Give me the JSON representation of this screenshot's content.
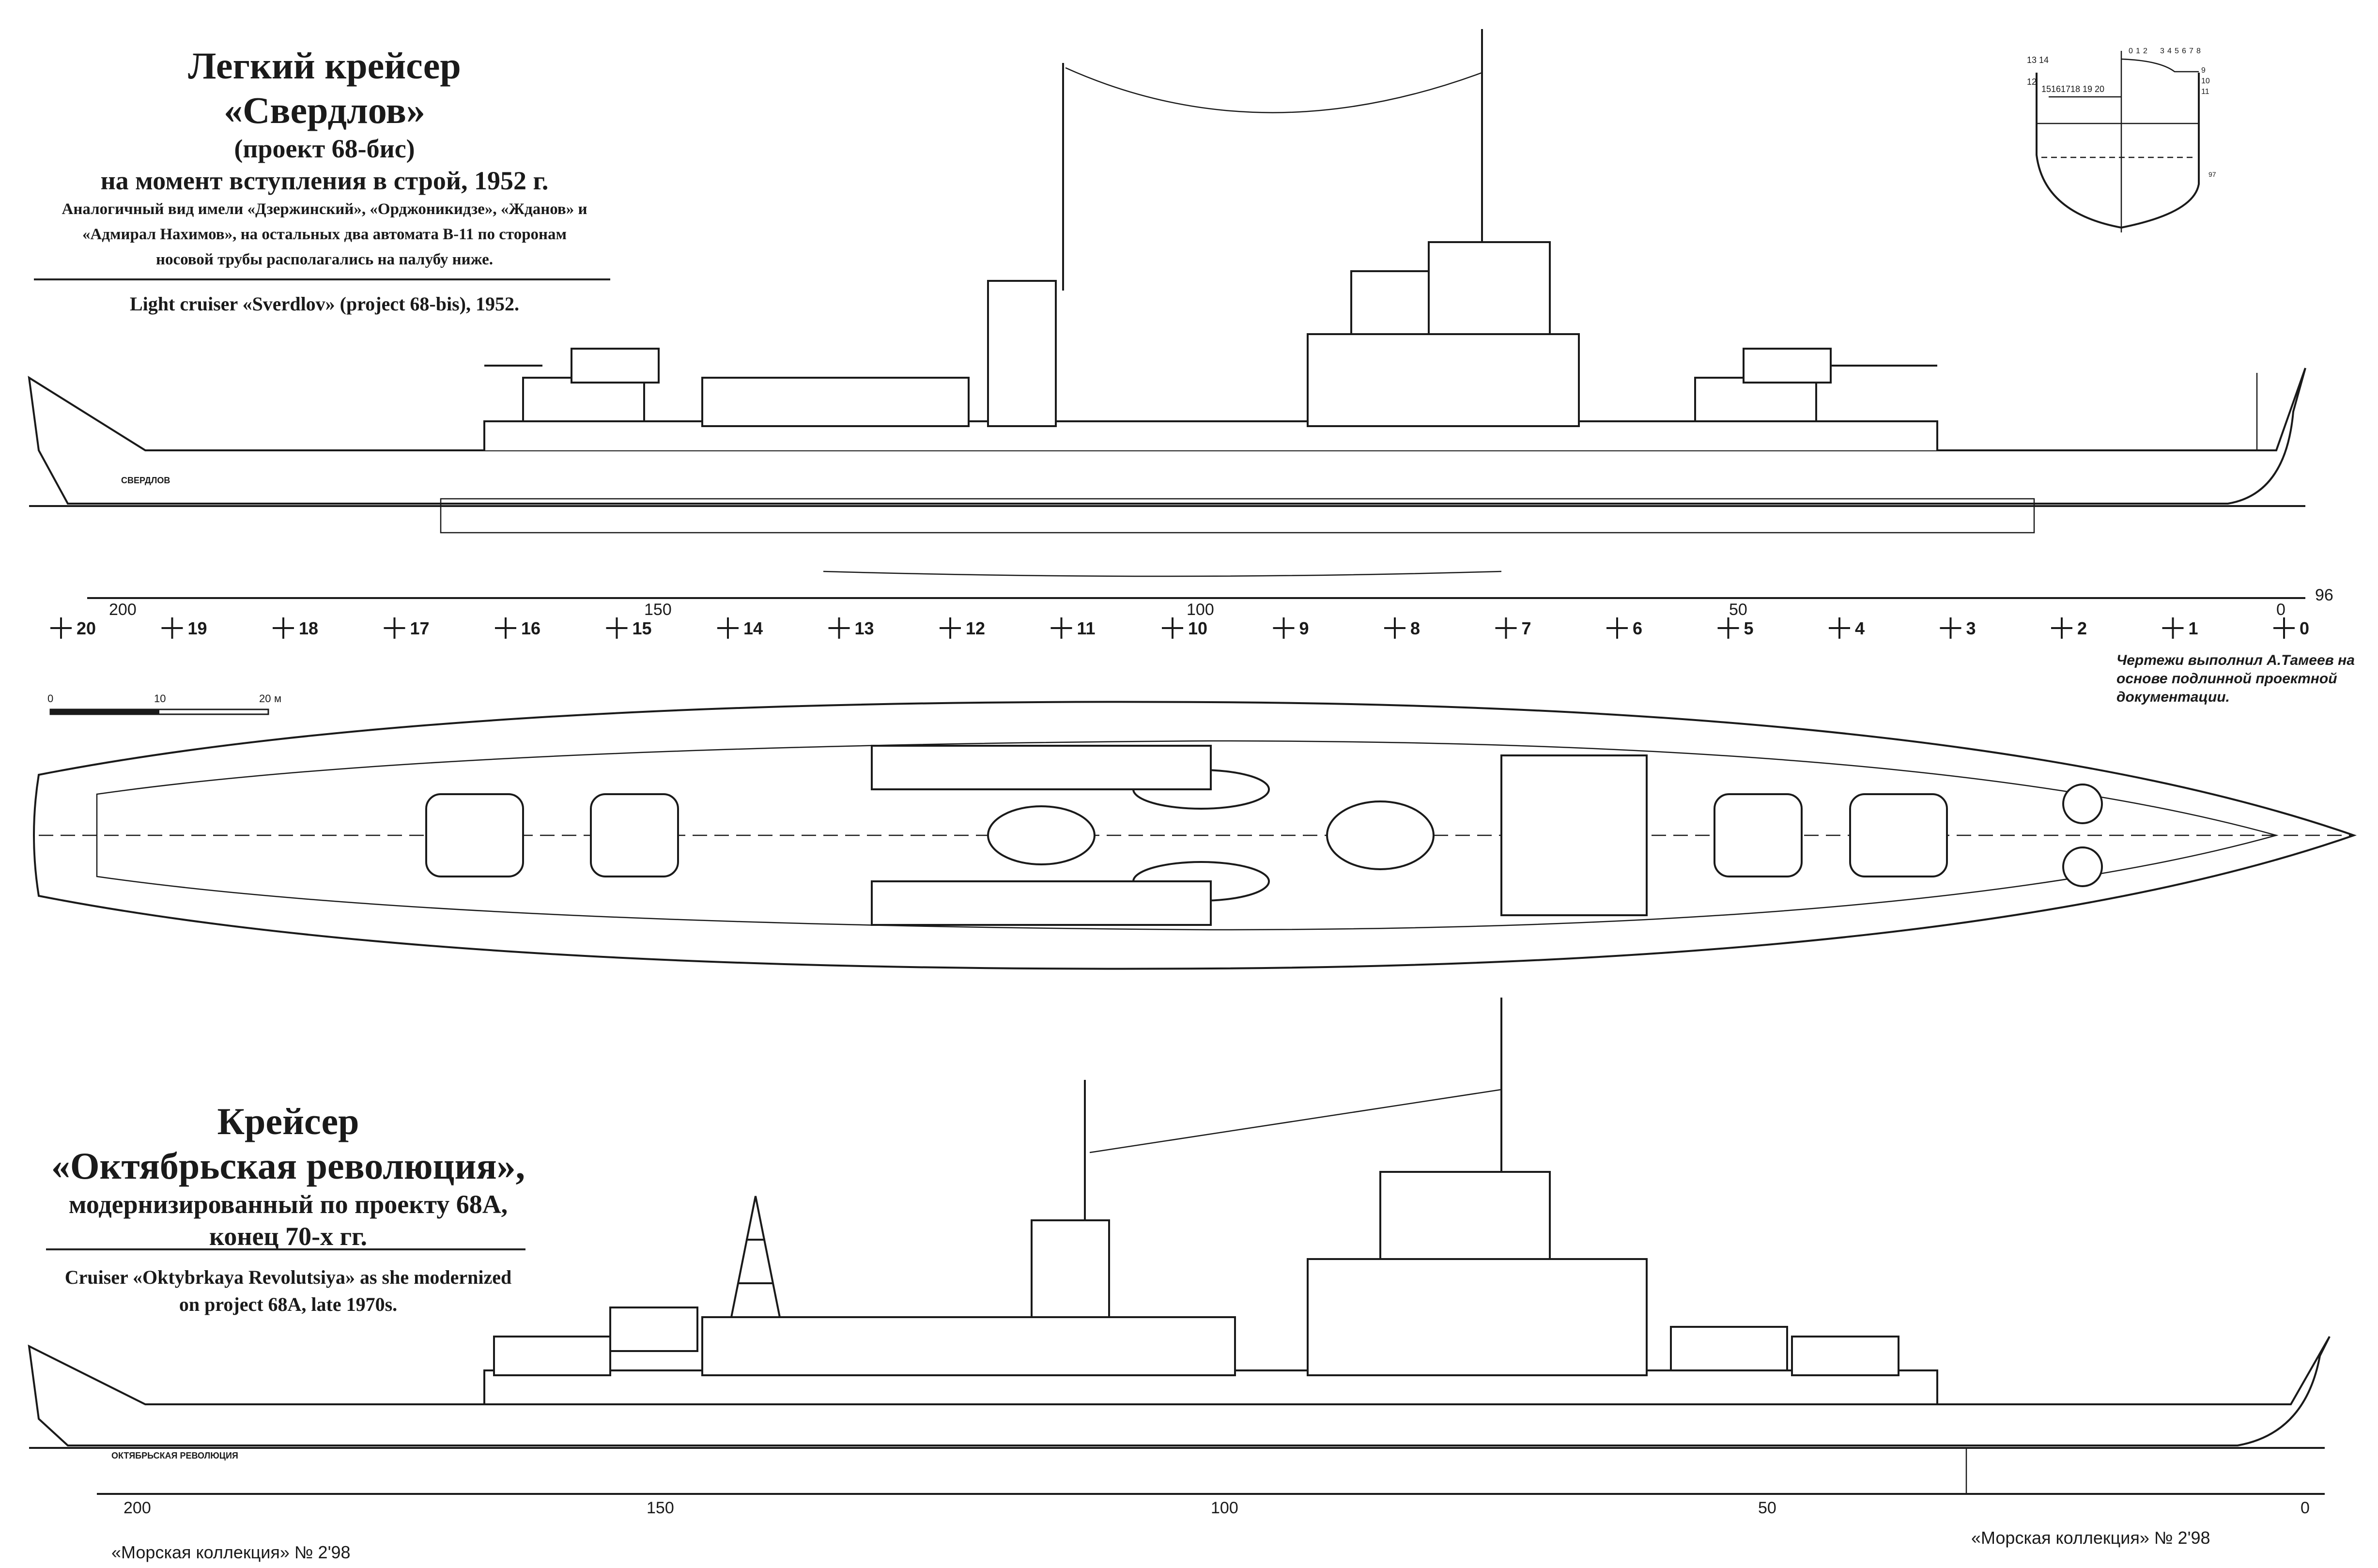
{
  "sverdlov_caption": {
    "title_line1": "Легкий крейсер",
    "title_line2": "«Свердлов»",
    "project": "(проект 68-бис)",
    "date_line": "на момент вступления в строй, 1952 г.",
    "note_line1": "Аналогичный вид имели «Дзержинский», «Орджоникидзе», «Жданов» и",
    "note_line2": "«Адмирал Нахимов», на остальных два автомата В-11 по сторонам",
    "note_line3": "носовой трубы располагались на палубу ниже.",
    "english": "Light cruiser «Sverdlov» (project 68-bis), 1952."
  },
  "oktyabrskaya_caption": {
    "title_line1": "Крейсер",
    "title_line2": "«Октябрьская революция»,",
    "line3": "модернизированный по проекту 68А,",
    "line4": "конец 70-х гг.",
    "english_line1": "Cruiser «Oktybrkaya Revolutsiya» as she modernized",
    "english_line2": "on project 68A, late 1970s."
  },
  "hull_names": {
    "ship1": "СВЕРДЛОВ",
    "ship2": "ОКТЯБРЬСКАЯ РЕВОЛЮЦИЯ"
  },
  "ruler_labels": [
    "200",
    "150",
    "100",
    "50",
    "0"
  ],
  "frame_markers": [
    "20",
    "19",
    "18",
    "17",
    "16",
    "15",
    "14",
    "13",
    "12",
    "11",
    "10",
    "9",
    "8",
    "7",
    "6",
    "5",
    "4",
    "3",
    "2",
    "1",
    "0"
  ],
  "scale_bar": {
    "labels": [
      "0",
      "10",
      "20"
    ],
    "unit": "м"
  },
  "credit": {
    "line1": "Чертежи выполнил А.Тамеев на",
    "line2": "основе подлинной проектной",
    "line3": "документации."
  },
  "signatures": {
    "profile": "96",
    "body_plan": "97"
  },
  "body_plan": {
    "stations_left": [
      "13",
      "14",
      "12",
      "15",
      "16",
      "17",
      "18",
      "19",
      "20"
    ],
    "stations_right": [
      "0",
      "1",
      "2",
      "3",
      "4",
      "5",
      "6",
      "7",
      "8",
      "9",
      "10",
      "11"
    ]
  },
  "footer": {
    "left": "«Морская коллекция» № 2'98",
    "right": "«Морская коллекция» № 2'98"
  }
}
